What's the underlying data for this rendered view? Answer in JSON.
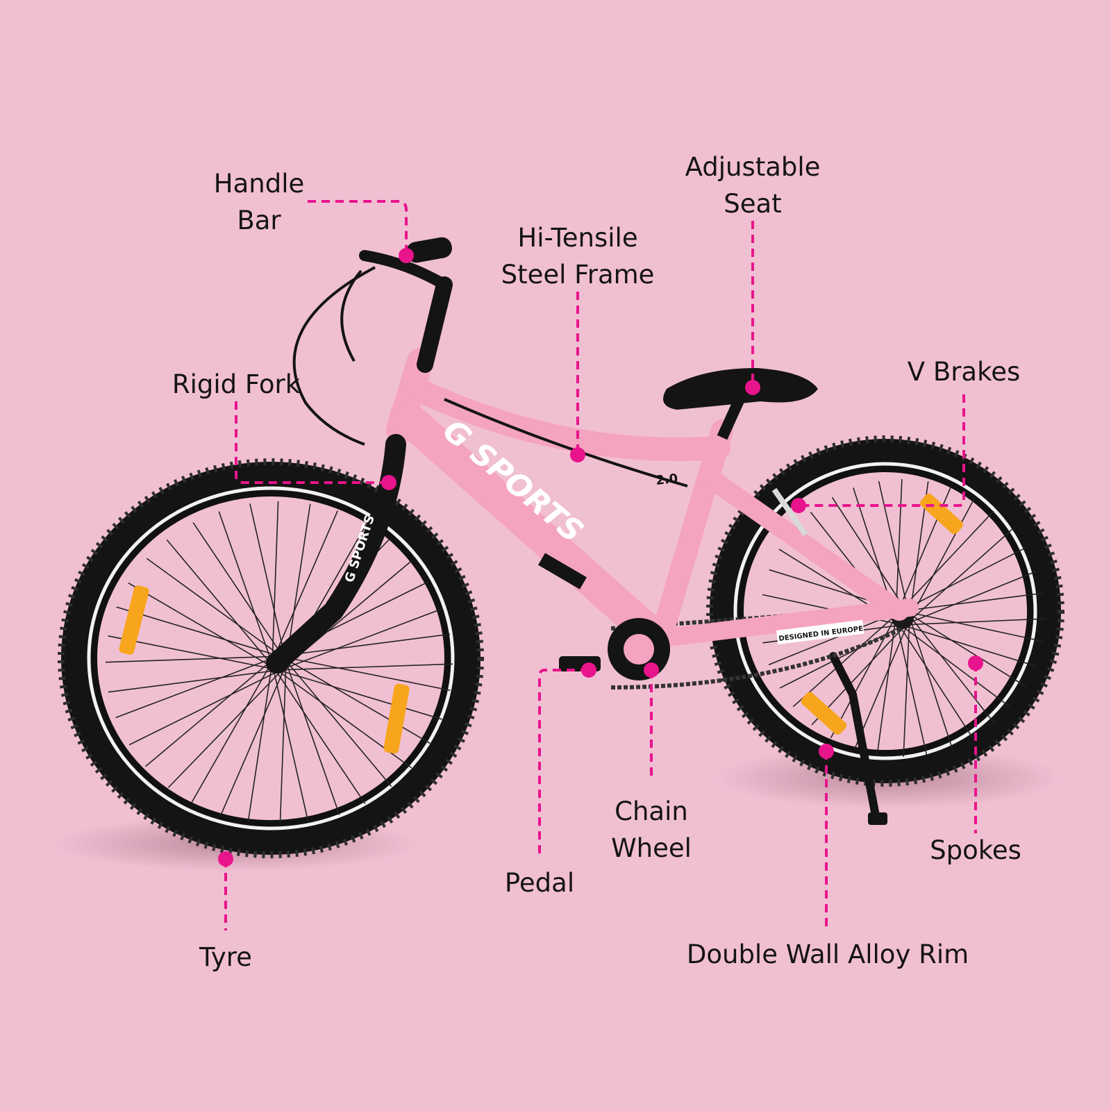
{
  "brand": {
    "downtube_text": "G SPORTS",
    "fork_text": "G SPORTS",
    "frame_model": "2.0",
    "chainstay_text": "DESIGNED IN EUROPE"
  },
  "colors": {
    "background": "#f1bfd2",
    "frame": "#f4a3c0",
    "leader": "#e8148c",
    "tyre": "#141414",
    "reflector": "#f6a51c"
  },
  "callouts": [
    {
      "id": "handle-bar",
      "lines": [
        "Handle",
        "Bar"
      ]
    },
    {
      "id": "hi-tensile-frame",
      "lines": [
        "Hi-Tensile",
        "Steel Frame"
      ]
    },
    {
      "id": "adjustable-seat",
      "lines": [
        "Adjustable",
        "Seat"
      ]
    },
    {
      "id": "rigid-fork",
      "lines": [
        "Rigid Fork"
      ]
    },
    {
      "id": "v-brakes",
      "lines": [
        "V Brakes"
      ]
    },
    {
      "id": "chain-wheel",
      "lines": [
        "Chain",
        "Wheel"
      ]
    },
    {
      "id": "spokes",
      "lines": [
        "Spokes"
      ]
    },
    {
      "id": "pedal",
      "lines": [
        "Pedal"
      ]
    },
    {
      "id": "tyre",
      "lines": [
        "Tyre"
      ]
    },
    {
      "id": "double-wall-alloy-rim",
      "lines": [
        "Double Wall Alloy Rim"
      ]
    }
  ]
}
